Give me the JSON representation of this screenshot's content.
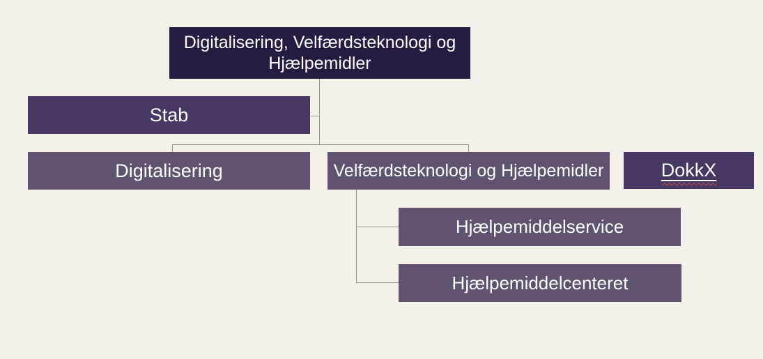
{
  "canvas": {
    "background_color": "#F5F0E9",
    "connector_color": "#9B948D",
    "text_color": "#FFFFFF",
    "spellcheck_squiggle_color": "#C4534F"
  },
  "org_chart": {
    "type": "org-hierarchy",
    "nodes": [
      {
        "id": "root",
        "label": "Digitalisering, Velfærdsteknologi og Hjælpemidler",
        "color": "#261C42"
      },
      {
        "id": "stab",
        "label": "Stab",
        "color": "#463863"
      },
      {
        "id": "digitalisering",
        "label": "Digitalisering",
        "color": "#5F5370"
      },
      {
        "id": "velfaerdsteknologi",
        "label": "Velfærdsteknologi og Hjælpemidler",
        "color": "#5F5370"
      },
      {
        "id": "dokkx",
        "label": "DokkX",
        "color": "#463863",
        "underlined": true,
        "spellcheck_squiggle": true
      },
      {
        "id": "hjaelpemiddelservice",
        "label": "Hjælpemiddelservice",
        "color": "#5F5370"
      },
      {
        "id": "hjaelpemiddelcenteret",
        "label": "Hjælpemiddelcenteret",
        "color": "#5F5370"
      }
    ],
    "edges": [
      {
        "from": "root",
        "to": "stab",
        "style": "side-stub"
      },
      {
        "from": "root",
        "to": "digitalisering",
        "style": "elbow"
      },
      {
        "from": "root",
        "to": "velfaerdsteknologi",
        "style": "elbow"
      },
      {
        "from": "velfaerdsteknologi",
        "to": "hjaelpemiddelservice",
        "style": "elbow"
      },
      {
        "from": "velfaerdsteknologi",
        "to": "hjaelpemiddelcenteret",
        "style": "elbow"
      }
    ],
    "unconnected_nodes": [
      "dokkx"
    ]
  }
}
